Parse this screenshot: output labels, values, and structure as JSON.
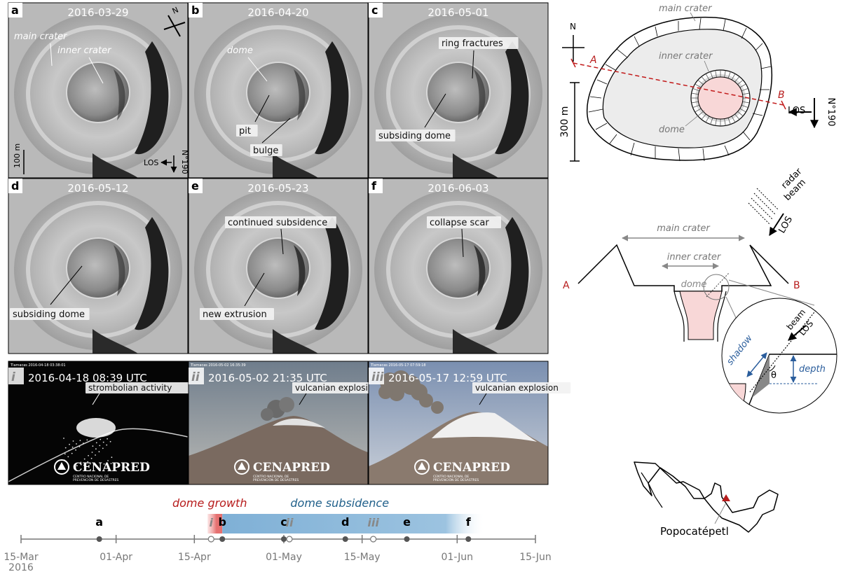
{
  "sar_panels": [
    {
      "letter": "a",
      "date": "2016-03-29",
      "labels": [
        "main crater",
        "inner crater"
      ]
    },
    {
      "letter": "b",
      "date": "2016-04-20",
      "labels": [
        "dome",
        "pit",
        "bulge"
      ]
    },
    {
      "letter": "c",
      "date": "2016-05-01",
      "labels": [
        "ring fractures",
        "subsiding dome"
      ]
    },
    {
      "letter": "d",
      "date": "2016-05-12",
      "labels": [
        "subsiding dome"
      ]
    },
    {
      "letter": "e",
      "date": "2016-05-23",
      "labels": [
        "continued subsidence",
        "new extrusion"
      ]
    },
    {
      "letter": "f",
      "date": "2016-06-03",
      "labels": [
        "collapse scar"
      ]
    }
  ],
  "panel_a_extras": {
    "north": "N",
    "scale": "100 m",
    "los": "LOS",
    "heading": "N°190"
  },
  "photos": [
    {
      "numeral": "i",
      "datetime": "2016-04-18 08:39 UTC",
      "label": "strombolian activity",
      "stamp": "Tlamacas 2016-04-18 03:38:01",
      "brand": "CENAPRED",
      "brand_sub1": "CENTRO NACIONAL DE",
      "brand_sub2": "PREVENCIÓN DE DESASTRES"
    },
    {
      "numeral": "ii",
      "datetime": "2016-05-02 21:35 UTC",
      "label": "vulcanian explosion",
      "stamp": "Tlamacas 2016-05-02 16:35:39",
      "brand": "CENAPRED",
      "brand_sub1": "CENTRO NACIONAL DE",
      "brand_sub2": "PREVENCIÓN DE DESASTRES"
    },
    {
      "numeral": "iii",
      "datetime": "2016-05-17 12:59 UTC",
      "label": "vulcanian explosion",
      "stamp": "Tlamacas 2016-05-17 07:59:18",
      "brand": "CENAPRED",
      "brand_sub1": "CENTRO NACIONAL DE",
      "brand_sub2": "PREVENCIÓN DE DESASTRES"
    }
  ],
  "map": {
    "main_crater": "main crater",
    "inner_crater": "inner crater",
    "dome": "dome",
    "A": "A",
    "B": "B",
    "north": "N",
    "scale": "300 m",
    "los": "LOS",
    "heading": "N°190"
  },
  "profile": {
    "main_crater": "main crater",
    "inner_crater": "inner crater",
    "dome": "dome",
    "A": "A",
    "B": "B",
    "radar1": "radar",
    "radar2": "beam",
    "los": "LOS"
  },
  "inset": {
    "beam": "beam",
    "los": "LOS",
    "shadow": "shadow",
    "theta": "θ",
    "depth": "depth"
  },
  "locator": {
    "label": "Popocatépetl"
  },
  "timeline": {
    "growth": "dome growth",
    "subsidence": "dome subsidence",
    "ticks": [
      {
        "date": "2016-03-15",
        "label": "15-Mar",
        "sub": "2016"
      },
      {
        "date": "2016-04-01",
        "label": "01-Apr",
        "sub": ""
      },
      {
        "date": "2016-04-15",
        "label": "15-Apr",
        "sub": ""
      },
      {
        "date": "2016-05-01",
        "label": "01-May",
        "sub": ""
      },
      {
        "date": "2016-05-15",
        "label": "15-May",
        "sub": ""
      },
      {
        "date": "2016-06-01",
        "label": "01-Jun",
        "sub": ""
      },
      {
        "date": "2016-06-15",
        "label": "15-Jun",
        "sub": ""
      }
    ],
    "sar_events": [
      {
        "label": "a",
        "date": "2016-03-29"
      },
      {
        "label": "b",
        "date": "2016-04-20"
      },
      {
        "label": "c",
        "date": "2016-05-01"
      },
      {
        "label": "d",
        "date": "2016-05-12"
      },
      {
        "label": "e",
        "date": "2016-05-23"
      },
      {
        "label": "f",
        "date": "2016-06-03"
      }
    ],
    "photo_events": [
      {
        "label": "i",
        "date": "2016-04-18"
      },
      {
        "label": "ii",
        "date": "2016-05-02"
      },
      {
        "label": "iii",
        "date": "2016-05-17"
      }
    ],
    "growth_range": [
      "2016-04-18",
      "2016-04-20"
    ],
    "subsidence_range": [
      "2016-04-20",
      "2016-06-06"
    ]
  }
}
